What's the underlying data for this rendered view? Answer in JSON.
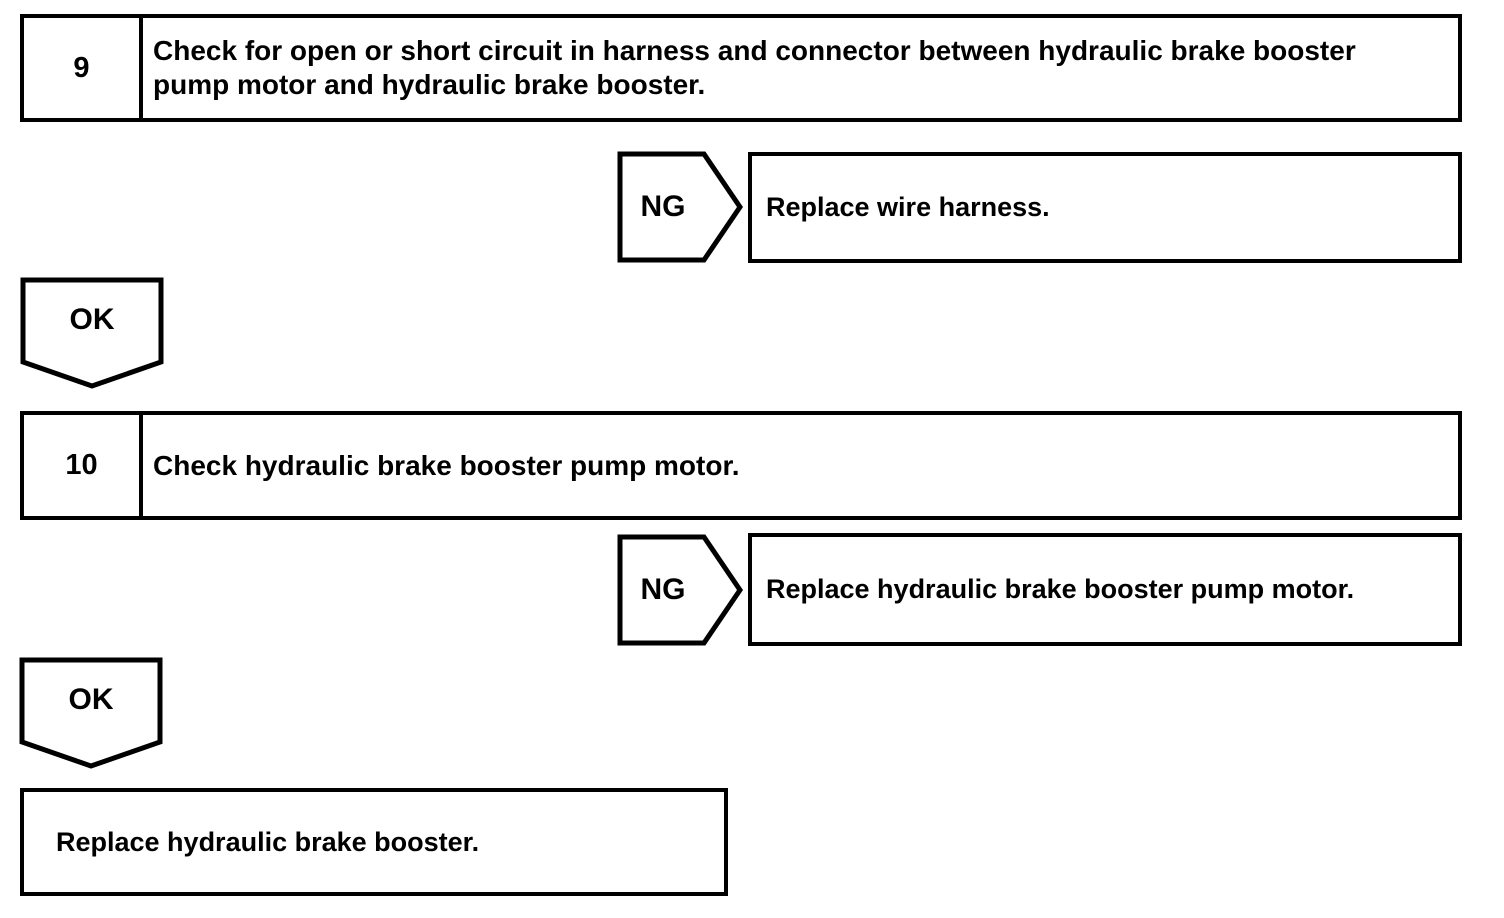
{
  "flowchart": {
    "steps": [
      {
        "number": "9",
        "instruction": "Check for open or short circuit in harness and connector between hydraulic brake booster pump motor and hydraulic brake booster.",
        "ng_label": "NG",
        "ng_action": "Replace wire harness.",
        "ok_label": "OK"
      },
      {
        "number": "10",
        "instruction": "Check hydraulic brake booster pump motor.",
        "ng_label": "NG",
        "ng_action": "Replace hydraulic brake booster pump motor.",
        "ok_label": "OK"
      }
    ],
    "final_action": "Replace hydraulic brake booster.",
    "colors": {
      "line": "#000000",
      "background": "#ffffff"
    }
  }
}
